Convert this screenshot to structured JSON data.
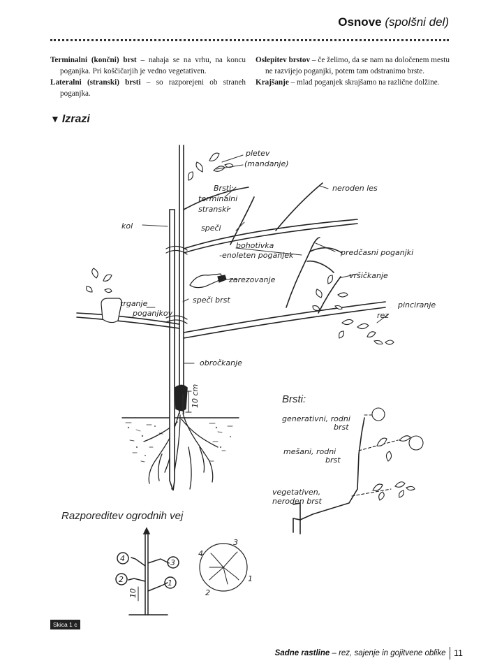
{
  "header": {
    "title_bold": "Osnove",
    "title_italic": "(spolšni del)"
  },
  "left_column": [
    {
      "term": "Terminalni (končni) brst",
      "text": " – nahaja se na vrhu, na koncu poganjka. Pri koščičarjih je vedno vegetativen."
    },
    {
      "term": "Lateralni (stranski) brsti",
      "text": " – so razporejeni ob straneh poganjka."
    }
  ],
  "right_column": [
    {
      "term": "Oslepitev brstov",
      "text": " – če želimo, da se nam na določenem mestu ne razvijejo poganjki, potem tam odstranimo brste."
    },
    {
      "term": "Krajšanje",
      "text": " – mlad poganjek skrajšamo na različne dolžine."
    }
  ],
  "section": {
    "marker": "▼",
    "title": "Izrazi"
  },
  "drawing_labels": {
    "pletev": "pletev",
    "mandanje": "(mandanje)",
    "brsti": "Brsti:",
    "terminalni": "terminalni",
    "stranski": "stranski",
    "neroden_les": "neroden les",
    "kol": "kol",
    "speci": "speči",
    "bohotivka": "bohotivka",
    "enoleten": "-enoleten poganjek",
    "predcasni": "predčasni poganjki",
    "vrsickanje": "vršičkanje",
    "zarezovanje": "zarezovanje",
    "speci_brst": "speči brst",
    "trganje": "trganje",
    "poganjkov": "poganjkov",
    "pinciranje": "pinciranje",
    "rez": "rez",
    "obrockanje": "obročkanje",
    "height_mark": "10 cm",
    "generativni": "generativni, rodni",
    "brst": "brst",
    "mesani": "mešani, rodni",
    "vegetativen": "vegetativen,",
    "neroden_brst": "neroden brst"
  },
  "brsti_heading": "Brsti:",
  "razporeditev_heading": "Razporeditev ogrodnih vej",
  "scaffold_labels": {
    "n1": "1",
    "n2": "2",
    "n3": "3",
    "n4": "4",
    "mark": "10"
  },
  "badge": "Skica 1 c",
  "footer": {
    "book_bold": "Sadne rastline",
    "book_rest": " – rez, sajenje in gojitvene oblike",
    "page": "11"
  }
}
